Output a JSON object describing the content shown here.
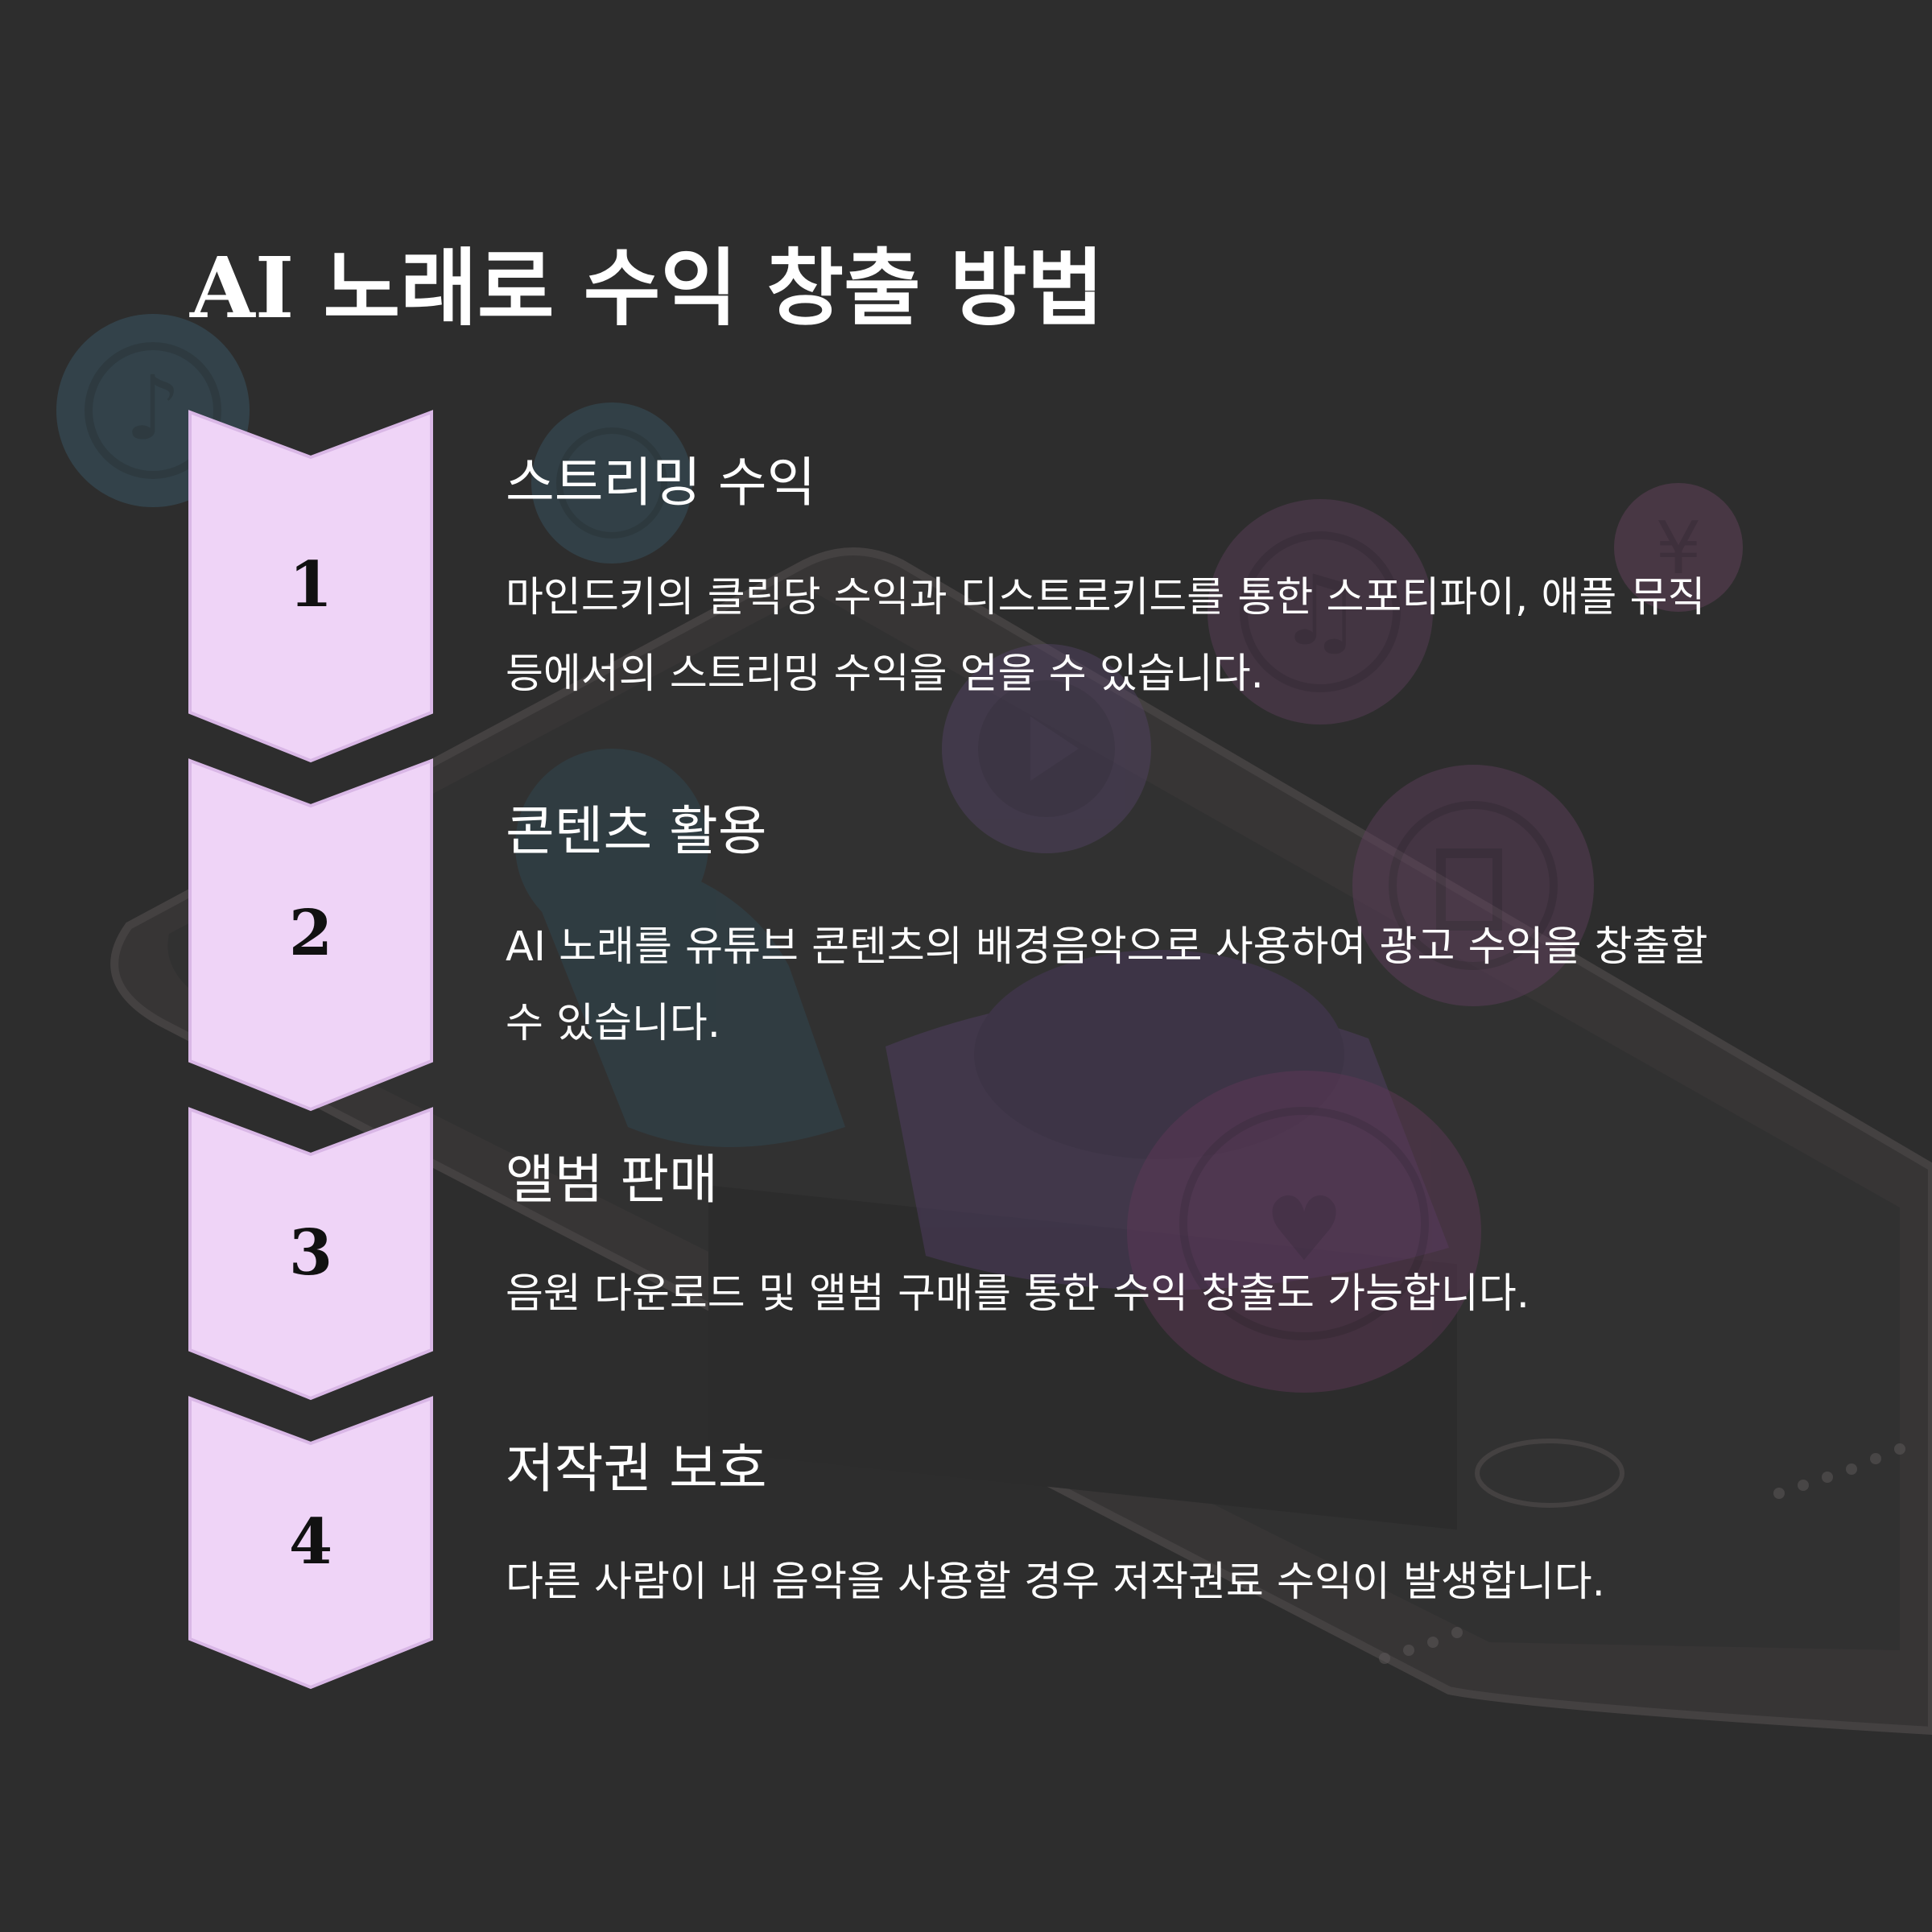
{
  "title": "AI 노래로 수익 창출 방법",
  "colors": {
    "background": "#2d2d2d",
    "chevron_fill": "#efd4f7",
    "chevron_border": "#d9b7e6",
    "text": "#ffffff",
    "number_text": "#111111"
  },
  "steps": [
    {
      "number": "1",
      "heading": "스트리밍 수익",
      "description": "마인드키의 클릭당 수익과 디스트로키드를 통한 스포티파이, 애플 뮤직 등에서의 스트리밍 수익을 얻을 수 있습니다."
    },
    {
      "number": "2",
      "heading": "콘텐츠 활용",
      "description": "AI 노래를 유튜브 콘텐츠의 배경음악으로 사용하여 광고 수익을 창출할 수 있습니다."
    },
    {
      "number": "3",
      "heading": "앨범 판매",
      "description": "음원 다운로드 및 앨범 구매를 통한 수익 창출도 가능합니다."
    },
    {
      "number": "4",
      "heading": "저작권 보호",
      "description": "다른 사람이 내 음악을 사용할 경우 저작권료 수익이 발생합니다."
    }
  ],
  "background_icons": [
    "music-note-icon",
    "play-icon",
    "heart-icon",
    "currency-icon",
    "smartphone"
  ]
}
